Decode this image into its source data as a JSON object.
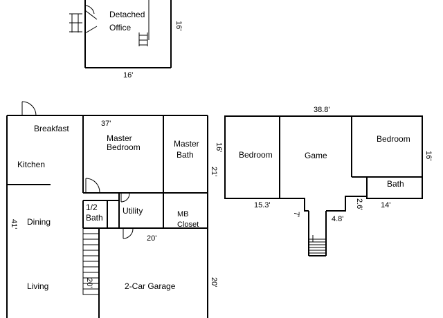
{
  "detached_office": {
    "label_line1": "Detached",
    "label_line2": "Office",
    "dim_width": "16'",
    "dim_height": "16'"
  },
  "main_floor": {
    "rooms": {
      "breakfast": "Breakfast",
      "kitchen": "Kitchen",
      "master_bedroom_line1": "Master",
      "master_bedroom_line2": "Bedroom",
      "master_bath_line1": "Master",
      "master_bath_line2": "Bath",
      "half_bath_line1": "1/2",
      "half_bath_line2": "Bath",
      "utility": "Utility",
      "mb_closet_line1": "MB",
      "mb_closet_line2": "Closet",
      "dining": "Dining",
      "living": "Living",
      "garage": "2-Car Garage"
    },
    "dimensions": {
      "master_width": "37'",
      "master_height": "21'",
      "left_height": "41'",
      "garage_width": "20'",
      "garage_height": "20'",
      "stair_label": "20'"
    }
  },
  "upper_floor": {
    "rooms": {
      "bedroom_left": "Bedroom",
      "game": "Game",
      "bedroom_right": "Bedroom",
      "bath": "Bath"
    },
    "dimensions": {
      "total_width": "38.8'",
      "left_height": "16'",
      "right_height": "16'",
      "left_width": "15.3'",
      "stair_height": "7'",
      "stair_width": "4.8'",
      "step_height": "2.6'",
      "right_width": "14'"
    }
  }
}
